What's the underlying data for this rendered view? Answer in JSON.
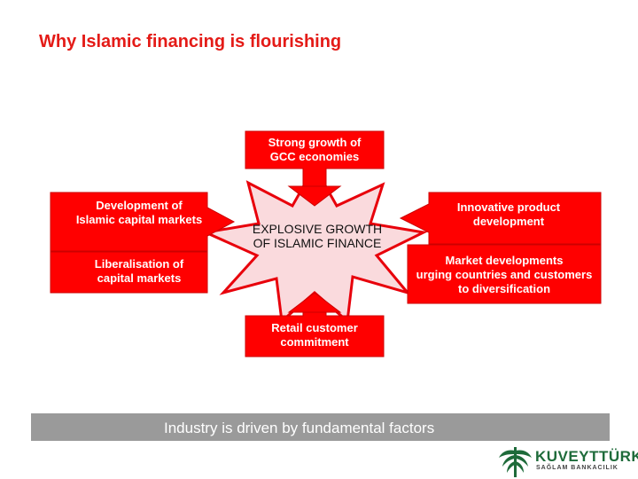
{
  "title": "Why Islamic financing is flourishing",
  "colors": {
    "title": "#e41b17",
    "box_fill": "#ff0000",
    "box_border": "#cc0000",
    "burst_fill": "#fadadd",
    "burst_border": "#e8000b",
    "banner_bg": "#9a9a9a",
    "logo_green": "#1e6b3a"
  },
  "center": {
    "label": "EXPLOSIVE GROWTH\nOF ISLAMIC FINANCE"
  },
  "factors": {
    "top": "Strong growth of\nGCC economies",
    "left_top": "Development of\nIslamic capital markets",
    "left_bottom": "Liberalisation of\ncapital markets",
    "right_top": "Innovative product\ndevelopment",
    "right_bottom": "Market developments\nurging countries and customers\nto diversification",
    "bottom": "Retail customer\ncommitment"
  },
  "banner": {
    "text": "Industry is driven by fundamental factors"
  },
  "logo": {
    "name": "KUVEYTTÜRK",
    "tagline": "SAĞLAM BANKACILIK"
  }
}
